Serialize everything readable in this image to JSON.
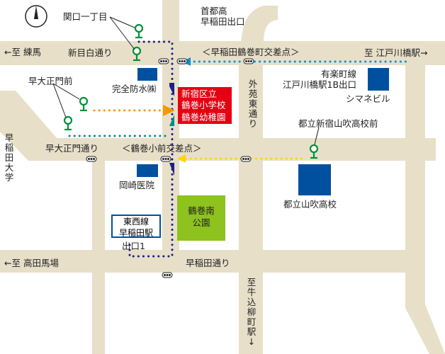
{
  "labels": {
    "compass": "N",
    "shuto_exit": "首都高\n早稲田出口",
    "sekiguchi": "関口一丁目",
    "nerima": "←至 練馬",
    "shinmejiro": "新目白通り",
    "tsurumaki_machi": "＜早稲田鶴巻町交差点＞",
    "edogawabashi": "至 江戸川橋駅→",
    "kanzen": "完全防水㈱",
    "yurakucho_exit": "有楽町線\n江戸川橋駅1B出口",
    "shimane_bldg": "シマネビル",
    "sodai_seimon_mae": "早大正門前",
    "gaien": "外苑東通り",
    "yamabuki_stop": "都立新宿山吹高校前",
    "waseda_univ": "早稲田大学",
    "sodai_seimon_dori": "早大正門通り",
    "tsurumaki_komae": "＜鶴巻小前交差点＞",
    "okazaki": "岡崎医院",
    "yamabuki_school": "都立山吹高校",
    "exit1": "出口1",
    "takadanobaba": "←至 高田馬場",
    "waseda_dori": "早稲田通り",
    "ushigome": "至牛込柳町駅↓"
  },
  "school_box": [
    "新宿区立",
    "鶴巻小学校",
    "鶴巻幼稚園"
  ],
  "park_box": [
    "鶴巻南",
    "公園"
  ],
  "station_box": [
    "東西線",
    "早稲田駅"
  ],
  "colors": {
    "road": "#e8dfc9",
    "building": "#0050a0",
    "school": "#e60012",
    "park": "#8dc21f",
    "bus_stop": "#00913a",
    "route_navy": "#1d2088",
    "route_teal": "#008b8b",
    "route_blue": "#0091db",
    "route_orange": "#f39800",
    "route_yellow": "#ffd400"
  }
}
